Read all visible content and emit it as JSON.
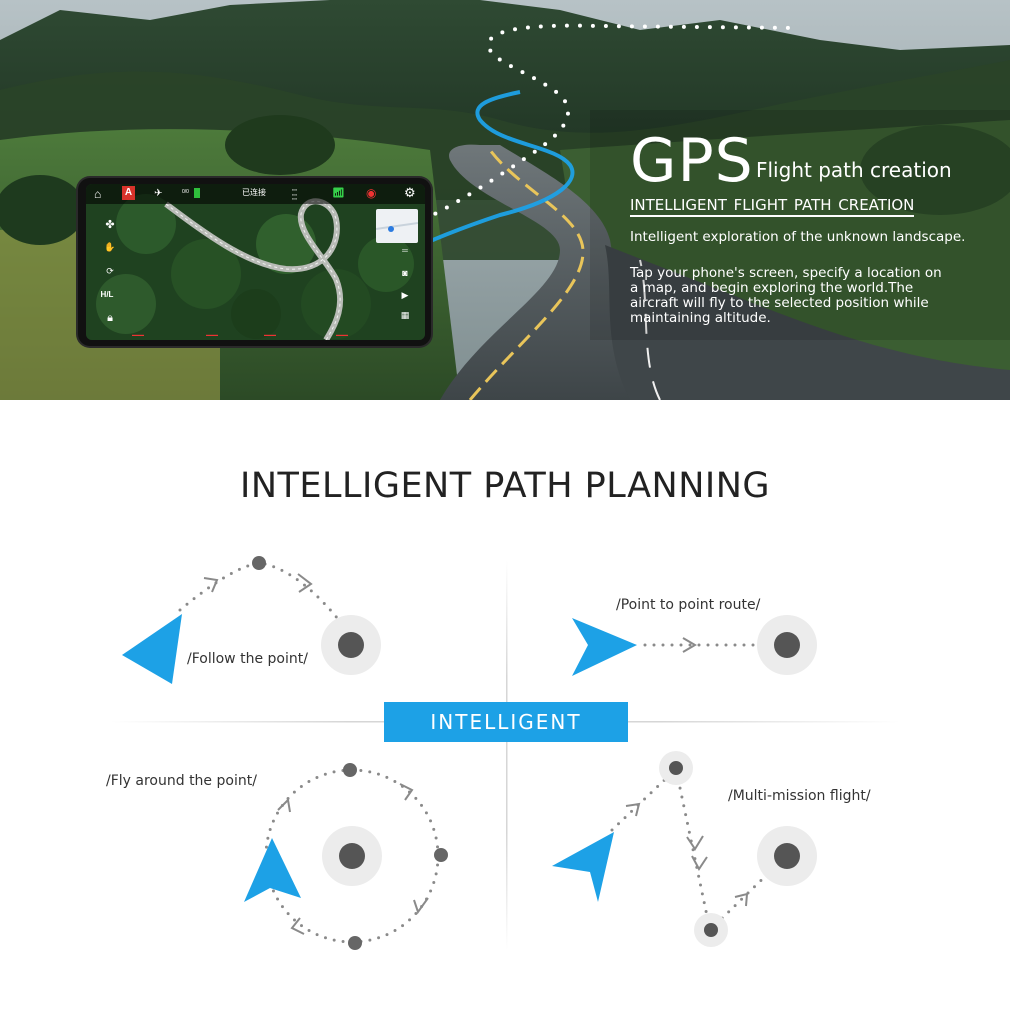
{
  "hero": {
    "gps": "GPS",
    "subtitle": "Flight path  creation",
    "heading": "INTELLIGENT FLIGHT  PATH  CREATION",
    "line": "Intelligent exploration of the unknown landscape.",
    "paragraph": "Tap your phone's screen, specify a location on a map, and begin exploring the world.The aircraft will fly to the selected position while maintaining altitude."
  },
  "phone": {
    "status": "已连接",
    "count": "0/0",
    "side_icons": [
      "home-icon",
      "altitude-icon",
      "satellite-icon",
      "battery-icon",
      "propeller-icon",
      "gesture-icon",
      "route-icon",
      "headless-icon",
      "lock-icon"
    ],
    "headless_label": "H/L",
    "accent": "#d8332b"
  },
  "section": {
    "title": "INTELLIGENT PATH PLANNING",
    "center_label": "INTELLIGENT",
    "modes": [
      {
        "label": "/Follow the point/"
      },
      {
        "label": "/Point to point route/"
      },
      {
        "label": "/Fly around the point/"
      },
      {
        "label": "/Multi-mission flight/"
      }
    ]
  },
  "colors": {
    "accent": "#1da1e6",
    "point": "#555555",
    "halo": "#ececec",
    "dots": "#8a8a8a"
  }
}
